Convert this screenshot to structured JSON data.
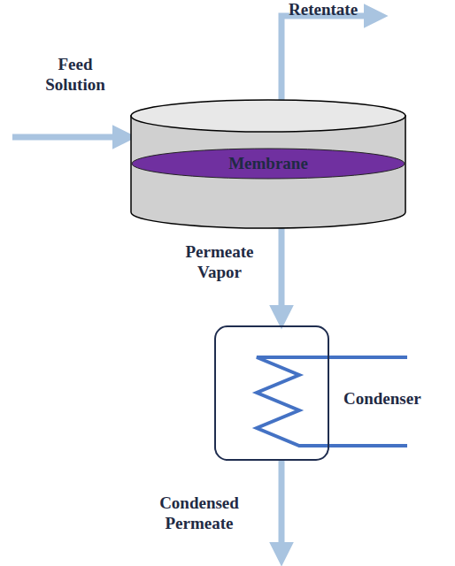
{
  "diagram": {
    "nodes": [
      {
        "text": [
          "Membrane"
        ]
      },
      {
        "text": [
          "Condenser"
        ]
      }
    ],
    "edges": [
      {
        "from": 0,
        "to": 1,
        "label": "Permeate Vapor",
        "arrow": "to"
      }
    ],
    "labels": [
      "Feed Solution",
      "Retentate",
      "Condensed Permeate"
    ]
  }
}
